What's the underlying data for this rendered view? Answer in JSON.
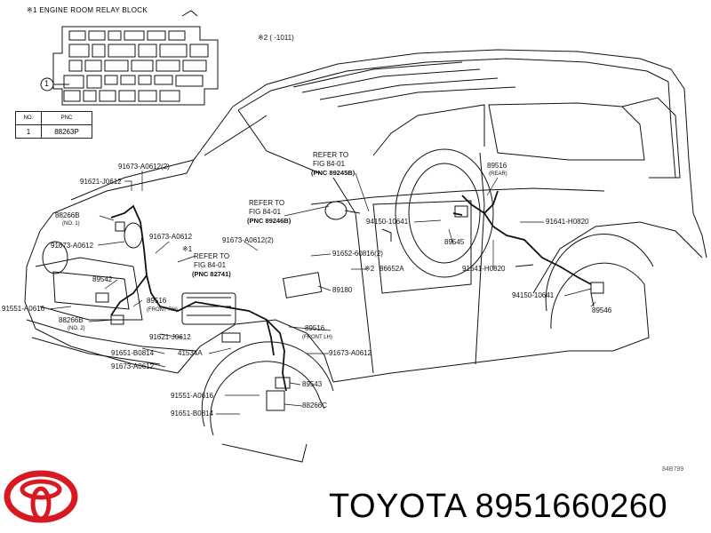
{
  "relay_block": {
    "title": "※1 ENGINE ROOM RELAY BLOCK",
    "callout": "1",
    "table": {
      "headers": [
        "NO.",
        "PNC"
      ],
      "rows": [
        [
          "1",
          "88263P"
        ]
      ]
    }
  },
  "note_top": "※2 (     -1011)",
  "refer_to": [
    {
      "line1": "REFER TO",
      "line2": "FIG 84-01",
      "line3": "(PNC  89245B)"
    },
    {
      "line1": "REFER TO",
      "line2": "FIG 84-01",
      "line3": "(PNC  89246B)"
    },
    {
      "line1": "REFER TO",
      "line2": "FIG 84-01",
      "line3": "(PNC  82741)"
    }
  ],
  "part_labels": [
    "91673-A0612(2)",
    "91621-J0612",
    "88266B",
    "(NO. 1)",
    "91673-A0612",
    "91673-A0612",
    "91673-A0612(2)",
    "※1",
    "89542",
    "91551-A0616",
    "89516",
    "(FRONT RH)",
    "88266B",
    "(NO. 2)",
    "91621-J0612",
    "91651-B0814",
    "91673-A0612",
    "41534A",
    "91551-A0616",
    "91651-B0814",
    "91652-60816(2)",
    "※2",
    "86652A",
    "89180",
    "89516",
    "(FRONT LH)",
    "91673-A0612",
    "89543",
    "88266C",
    "89516",
    "(REAR)",
    "94150-10641",
    "89545",
    "91641-H0820",
    "91641-H0820",
    "94150-10641",
    "89546"
  ],
  "figure_code": "84B799",
  "brand": {
    "logo": "toyota-emblem",
    "logo_color": "#d71a21",
    "text": "TOYOTA 8951660260"
  }
}
